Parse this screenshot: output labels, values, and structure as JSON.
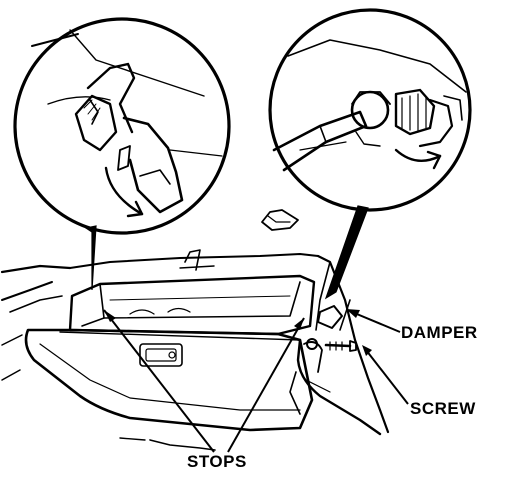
{
  "labels": {
    "damper": "DAMPER",
    "screw": "SCREW",
    "stops": "STOPS"
  }
}
